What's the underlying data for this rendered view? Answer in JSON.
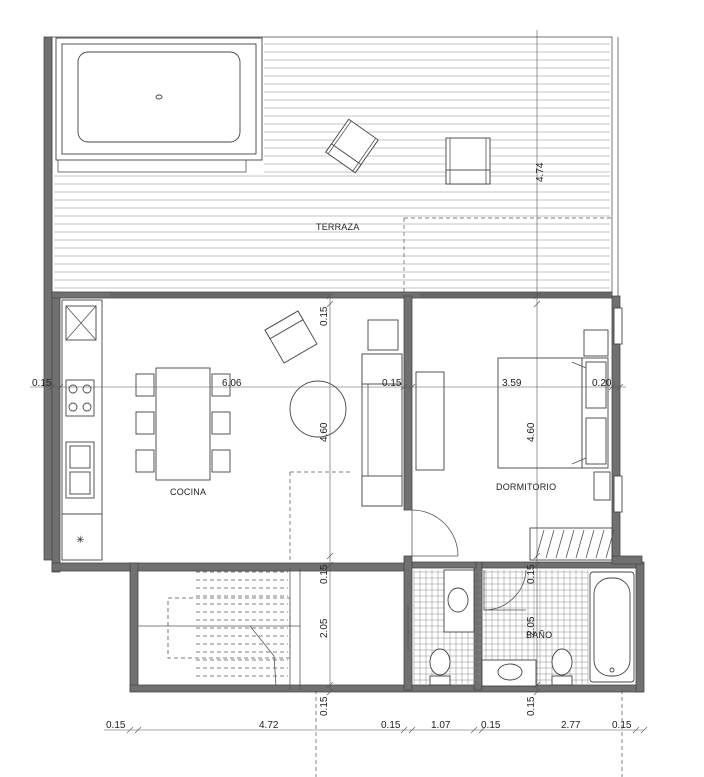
{
  "rooms": {
    "terraza": "TERRAZA",
    "cocina": "COCINA",
    "dormitorio": "DORMITORIO",
    "bano": "BAÑO"
  },
  "dimensions": {
    "terrace_depth": "4.74",
    "wall_left": "0.15",
    "cocina_width": "6.06",
    "wall_mid": "0.15",
    "dorm_width": "3.59",
    "wall_right": "0.20",
    "cocina_depth": "4.60",
    "dorm_depth": "4.60",
    "wall_top_partition": "0.15",
    "wall_stair_top": "0.15",
    "stair_depth": "2.05",
    "wall_stair_bottom": "0.15",
    "bath_wall_top": "0.15",
    "bath_depth": "2.05",
    "bath_wall_bottom": "0.15",
    "bottom_wall_left": "0.15",
    "bottom_stair_width": "4.72",
    "bottom_wall_2": "0.15",
    "bottom_closet": "1.07",
    "bottom_wall_3": "0.15",
    "bottom_bath_width": "2.77",
    "bottom_wall_right": "0.15"
  }
}
